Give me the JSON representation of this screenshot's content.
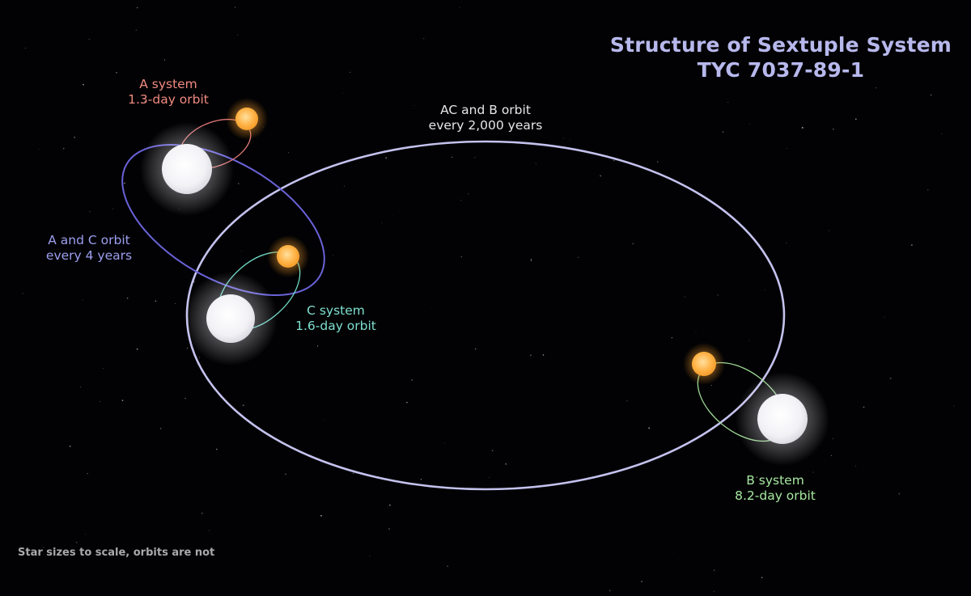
{
  "title": {
    "line1": "Structure of Sextuple System",
    "line2": "TYC 7037-89-1",
    "color": "#b7b8ec"
  },
  "labels": {
    "a_system": {
      "line1": "A system",
      "line2": "1.3-day orbit",
      "color": "#f08a80"
    },
    "ac_b_orbit": {
      "line1": "AC and B orbit",
      "line2": "every 2,000 years",
      "color": "#e6e6ea"
    },
    "a_c_orbit": {
      "line1": "A and C orbit",
      "line2": "every 4 years",
      "color": "#9d9ff0"
    },
    "c_system": {
      "line1": "C system",
      "line2": "1.6-day orbit",
      "color": "#7ee0d0"
    },
    "b_system": {
      "line1": "B system",
      "line2": "8.2-day orbit",
      "color": "#a6e8a0"
    }
  },
  "footnote": "Star sizes to scale, orbits are not",
  "colors": {
    "background": "#020204",
    "ac_b_orbit": "#c4c2ee",
    "a_c_orbit": "#6a62d8",
    "a_orbit": "#e07878",
    "c_orbit": "#6fd8c4",
    "b_orbit": "#9ed896",
    "white_star": "#f4f4f8",
    "orange_star": "#ffb347"
  }
}
